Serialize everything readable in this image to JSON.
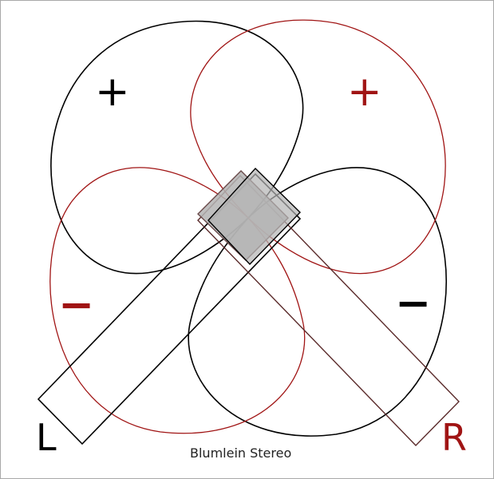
{
  "colors": {
    "left": "#000000",
    "right": "#a01414",
    "capsule": "#b4b4b4"
  },
  "labels": {
    "left_positive": "+",
    "right_positive": "+",
    "right_negative": "−",
    "left_negative": "−",
    "left_channel": "L",
    "right_channel": "R"
  },
  "caption": "Blumlein Stereo"
}
